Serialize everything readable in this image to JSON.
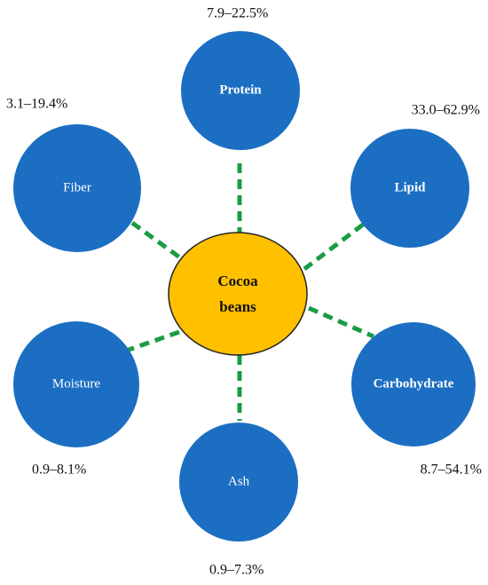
{
  "colors": {
    "node_fill": "#1b6ec2",
    "center_fill": "#ffc000",
    "center_stroke": "#222222",
    "connector": "#1a9c45"
  },
  "center": {
    "line1": "Cocoa",
    "line2": "beans"
  },
  "components": [
    {
      "key": "protein",
      "label": "Protein",
      "range": "7.9–22.5%",
      "bold": true
    },
    {
      "key": "lipid",
      "label": "Lipid",
      "range": "33.0–62.9%",
      "bold": true
    },
    {
      "key": "carbohydrate",
      "label": "Carbohydrate",
      "range": "8.7–54.1%",
      "bold": true
    },
    {
      "key": "ash",
      "label": "Ash",
      "range": "0.9–7.3%",
      "bold": false
    },
    {
      "key": "moisture",
      "label": "Moisture",
      "range": "0.9–8.1%",
      "bold": false
    },
    {
      "key": "fiber",
      "label": "Fiber",
      "range": "3.1–19.4%",
      "bold": false
    }
  ]
}
